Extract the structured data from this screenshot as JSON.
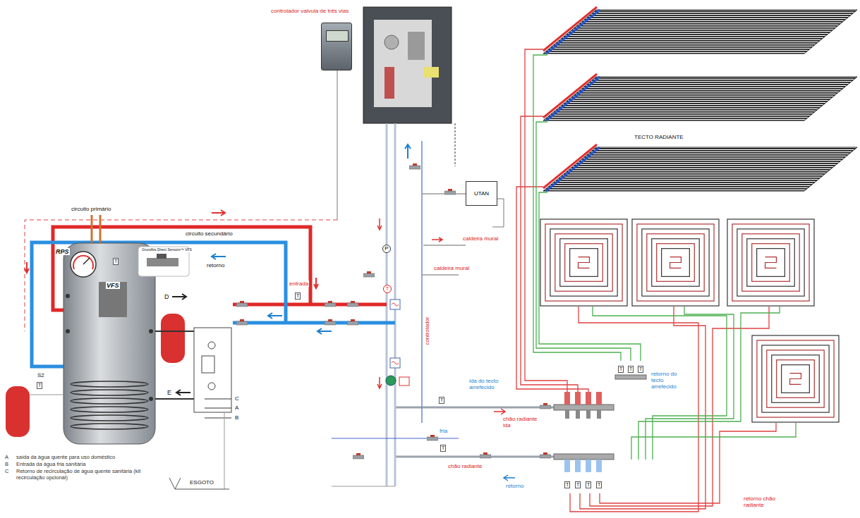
{
  "diagram": {
    "nodes": [
      {
        "text": [
          "controlador valvula de três vias"
        ]
      },
      {
        "text": [
          "UTAN"
        ]
      },
      {
        "text": [
          "P"
        ]
      }
    ],
    "labels": [
      "TECTO RADIANTE",
      "circuito primário",
      "circuito secundário",
      "retorno",
      "RPS",
      "Grundfos Direct Sensors™ VFS",
      "VFS",
      "D",
      "S2",
      "E",
      "C",
      "A",
      "B",
      "A",
      "saída da água quente para uso doméstico",
      "B",
      "Entrada da água fria sanitária",
      "C",
      "Retorno de recirculação de água quente sanitária (kit recirculação opcional)",
      "ESGOTO",
      "entrada",
      "caldeira mural",
      "caldeira mural",
      "controlador",
      "ida do tecto arrefecido",
      "retorno do tecto arrefecido",
      "chão radiante ida",
      "fria",
      "chão radiante",
      "retorno",
      "retorno chão radiante",
      "T",
      "T",
      "T",
      "T",
      "T",
      "T",
      "T",
      "T",
      "T",
      "T",
      "T",
      "T",
      "T"
    ]
  }
}
